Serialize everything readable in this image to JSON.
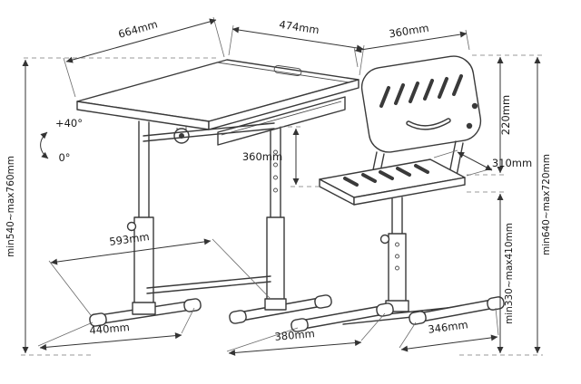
{
  "colors": {
    "background": "#ffffff",
    "line": "#3a3a3a",
    "dimension_line": "#333333",
    "label_text": "#1a1a1a"
  },
  "diagram": {
    "dimensions": {
      "desk_top_width": "664mm",
      "desk_top_depth": "474mm",
      "chair_back_width": "360mm",
      "backrest_height": "220mm",
      "seat_depth": "310mm",
      "chair_height_range": "min640~max720mm",
      "desk_height_range": "min540~max760mm",
      "tilt_max": "+40°",
      "tilt_min": "0°",
      "underdesk_clearance": "360mm",
      "desk_base_depth": "593mm",
      "desk_foot_length": "440mm",
      "chair_front_foot_length": "380mm",
      "chair_side_foot_length": "346mm",
      "seat_height_range": "min330~max410mm"
    }
  }
}
